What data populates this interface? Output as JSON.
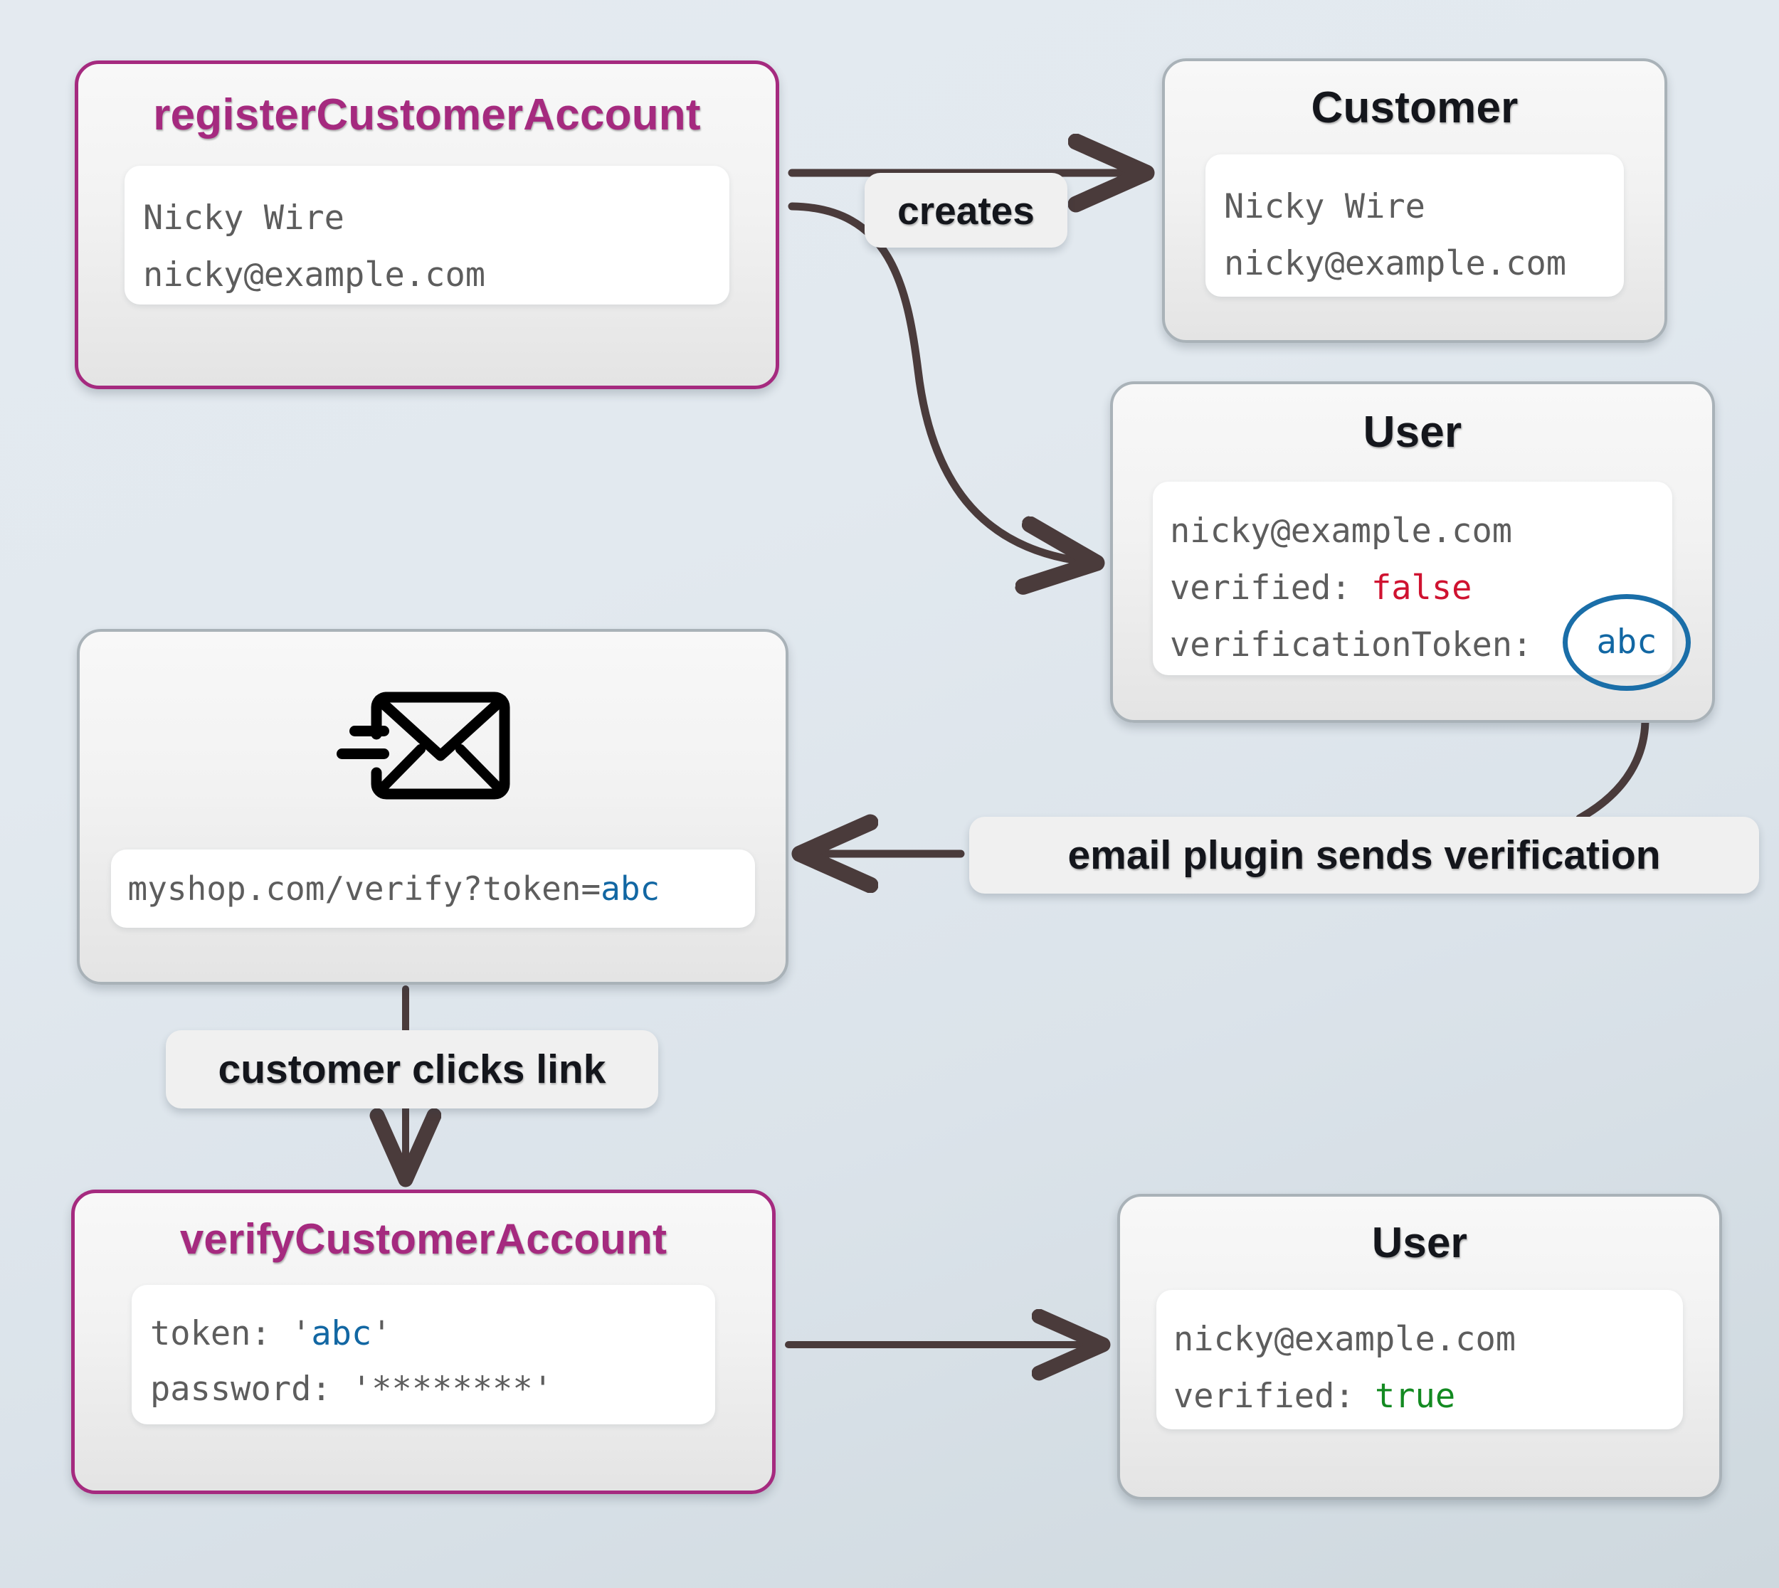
{
  "diagram": {
    "title": "Customer account registration and email verification flow",
    "background_top": "#e4eaf0",
    "background_bottom": "#ced8de",
    "accent_magenta": "#a52a7f",
    "token_blue": "#1267a3",
    "false_red": "#cf1230",
    "true_green": "#138a21",
    "edge_color": "#4a3b3b"
  },
  "nodes": {
    "register": {
      "title": "registerCustomerAccount",
      "lines": [
        "Nicky Wire",
        "nicky@example.com"
      ]
    },
    "customer": {
      "title": "Customer",
      "lines": [
        "Nicky Wire",
        "nicky@example.com"
      ]
    },
    "user_pre": {
      "title": "User",
      "line_email": "nicky@example.com",
      "line_verified_key": "verified: ",
      "line_verified_value": "false",
      "line_token_key": "verificationToken:",
      "line_token_value": "abc"
    },
    "email": {
      "icon": "send-email-icon",
      "url_prefix": "myshop.com/verify?token=",
      "url_token": "abc"
    },
    "verify": {
      "title": "verifyCustomerAccount",
      "line_token_key": "token: ",
      "line_token_quote_open": "'",
      "line_token_value": "abc",
      "line_token_quote_close": "'",
      "line_password": "password: '********'"
    },
    "user_post": {
      "title": "User",
      "line_email": "nicky@example.com",
      "line_verified_key": "verified: ",
      "line_verified_value": "true"
    }
  },
  "edges": {
    "creates": "creates",
    "email_plugin": "email plugin sends verification",
    "customer_clicks": "customer clicks link"
  }
}
